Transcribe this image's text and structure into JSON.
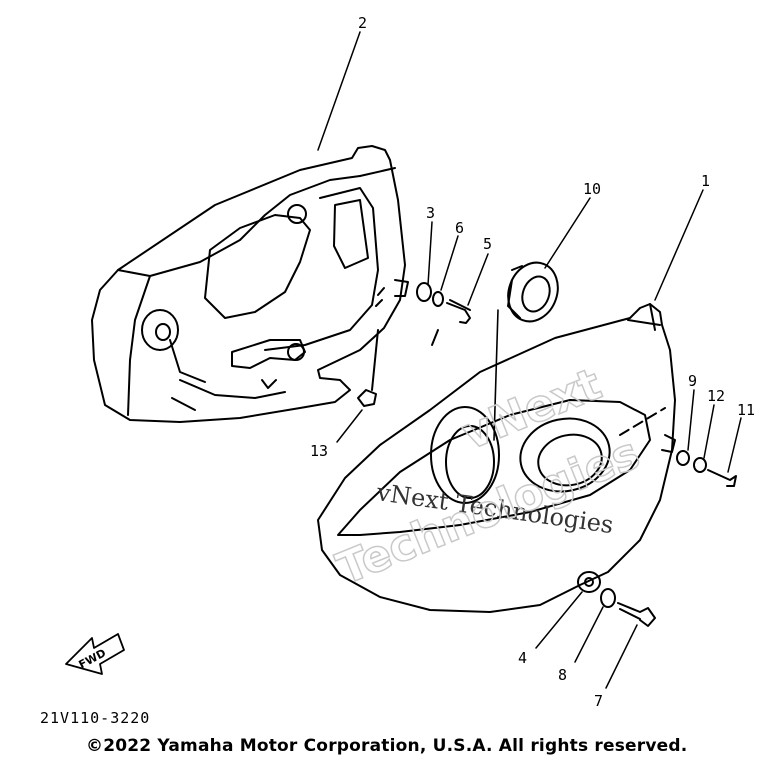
{
  "callouts": {
    "c1": "1",
    "c2": "2",
    "c3": "3",
    "c4": "4",
    "c5": "5",
    "c6": "6",
    "c7": "7",
    "c8": "8",
    "c9": "9",
    "c10": "10",
    "c11": "11",
    "c12": "12",
    "c13": "13"
  },
  "fwd_label": "FWD",
  "diagram_code": "21V110-3220",
  "watermark": {
    "line_a": "vNext Technologies",
    "line_b1": "vNext",
    "line_b2": "Technologies"
  },
  "copyright": "©2022 Yamaha Motor Corporation, U.S.A. All rights reserved."
}
